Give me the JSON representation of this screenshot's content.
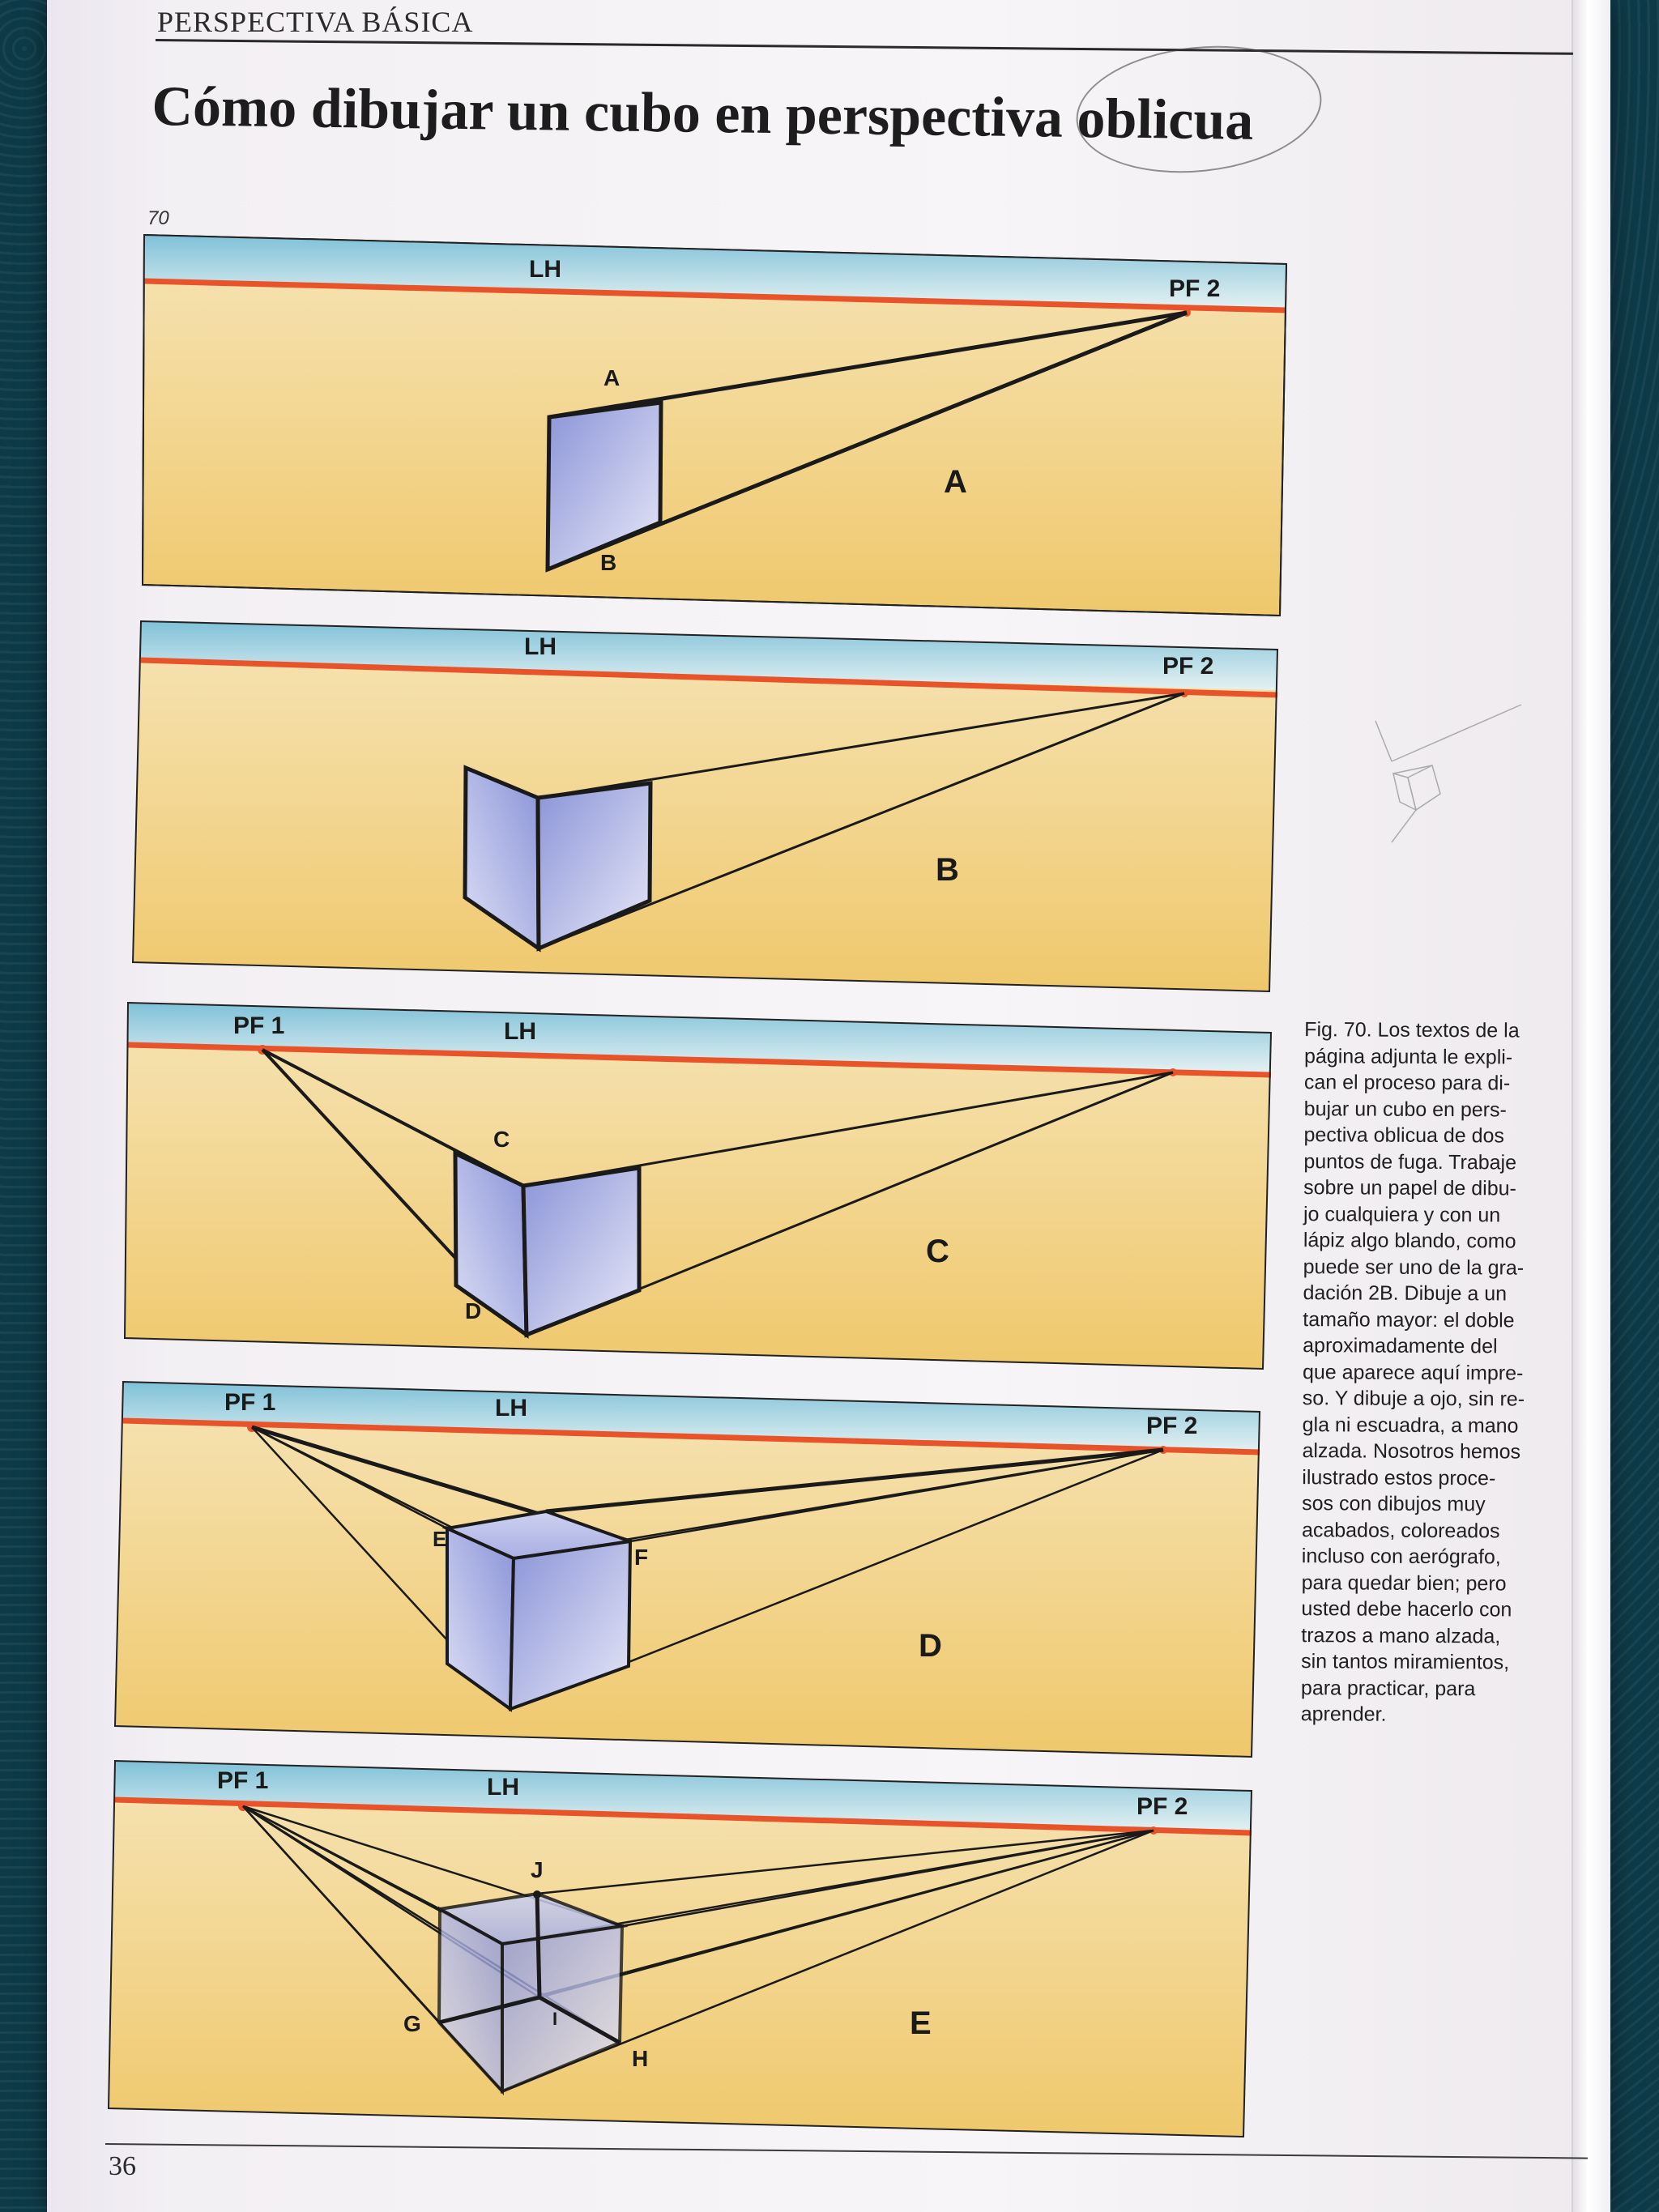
{
  "running_head": "PERSPECTIVA BÁSICA",
  "title": "Cómo dibujar un cubo en perspectiva oblicua",
  "figure_number": "70",
  "page_number": "36",
  "colors": {
    "horizon_line": "#e8532a",
    "sky": "#b9dbe8",
    "ground": "#f2d68e",
    "cube_face": "#9aa4de",
    "line": "#1a1a1a"
  },
  "panels": [
    {
      "id": "A",
      "label": "A",
      "horizon_label": "LH",
      "vp_labels": [
        "PF 2"
      ],
      "points": [
        "A",
        "B"
      ]
    },
    {
      "id": "B",
      "label": "B",
      "horizon_label": "LH",
      "vp_labels": [
        "PF 2"
      ],
      "points": []
    },
    {
      "id": "C",
      "label": "C",
      "horizon_label": "LH",
      "vp_labels": [
        "PF 1"
      ],
      "points": [
        "C",
        "D"
      ]
    },
    {
      "id": "D",
      "label": "D",
      "horizon_label": "LH",
      "vp_labels": [
        "PF 1",
        "PF 2"
      ],
      "points": [
        "E",
        "F"
      ]
    },
    {
      "id": "E",
      "label": "E",
      "horizon_label": "LH",
      "vp_labels": [
        "PF 1",
        "PF 2"
      ],
      "points": [
        "J",
        "G",
        "H",
        "I"
      ]
    }
  ],
  "caption_lines": [
    "Fig. 70. Los textos de la",
    "página adjunta le expli-",
    "can el proceso para di-",
    "bujar un cubo en pers-",
    "pectiva oblicua de dos",
    "puntos de fuga. Trabaje",
    "sobre un papel de dibu-",
    "jo cualquiera y con un",
    "lápiz algo blando, como",
    "puede ser uno de la gra-",
    "dación 2B. Dibuje a un",
    "tamaño mayor: el doble",
    "aproximadamente del",
    "que aparece aquí impre-",
    "so. Y dibuje a ojo, sin re-",
    "gla ni escuadra, a mano",
    "alzada. Nosotros hemos",
    "ilustrado estos proce-",
    "sos con dibujos muy",
    "acabados, coloreados",
    "incluso con aerógrafo,",
    "para quedar bien; pero",
    "usted debe hacerlo con",
    "trazos a mano alzada,",
    "sin tantos miramientos,",
    "para practicar, para",
    "aprender."
  ]
}
